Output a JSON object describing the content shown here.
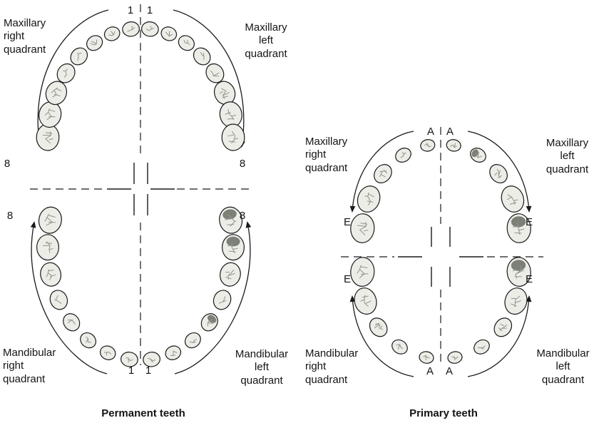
{
  "figure": {
    "description": "Tooth designation quadrant diagrams"
  },
  "diagrams": {
    "permanent": {
      "title": "Permanent teeth",
      "teeth_per_quadrant": 8,
      "quadrant_labels": {
        "maxillary_right": "Maxillary\nright\nquadrant",
        "maxillary_left": "Maxillary\nleft\nquadrant",
        "mandibular_right": "Mandibular\nright\nquadrant",
        "mandibular_left": "Mandibular\nleft\nquadrant"
      },
      "markers": {
        "incisor": "1",
        "molar": "8"
      }
    },
    "primary": {
      "title": "Primary teeth",
      "teeth_per_quadrant": 5,
      "quadrant_labels": {
        "maxillary_right": "Maxillary\nright\nquadrant",
        "maxillary_left": "Maxillary\nleft\nquadrant",
        "mandibular_right": "Mandibular\nright\nquadrant",
        "mandibular_left": "Mandibular\nleft\nquadrant"
      },
      "markers": {
        "incisor": "A",
        "molar": "E"
      }
    }
  },
  "colors": {
    "tooth_fill": "#ecede7",
    "outline": "#1a1a1a",
    "crack": "#8f948a",
    "shade": "#7c8077"
  }
}
